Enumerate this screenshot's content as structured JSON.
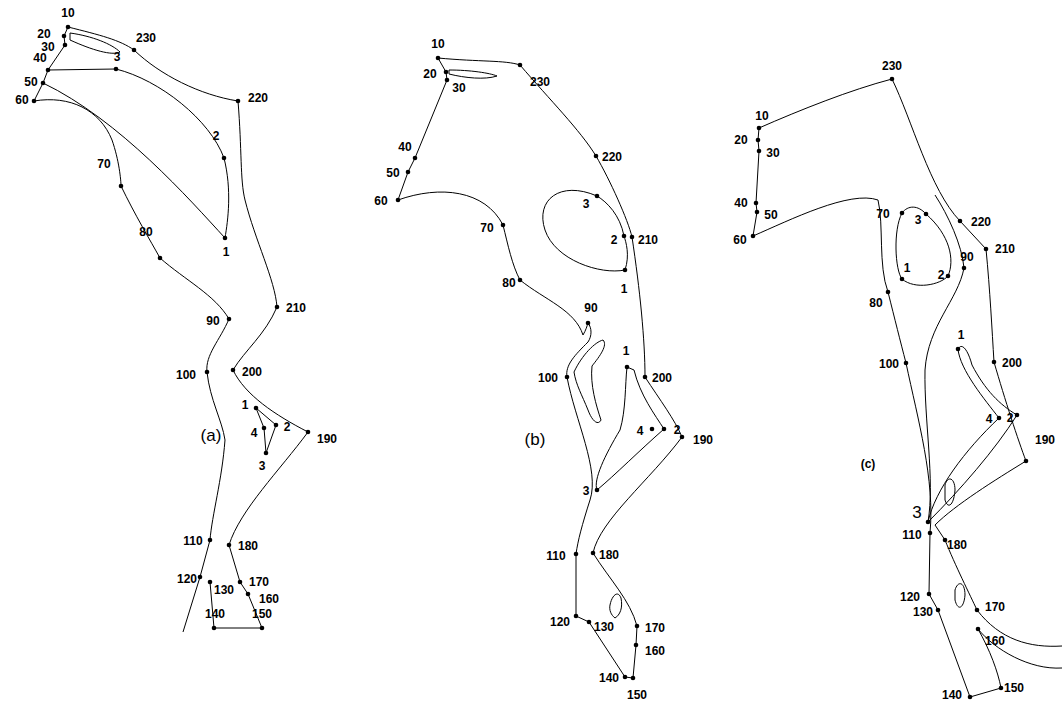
{
  "diagram": {
    "labels": [
      "10",
      "20",
      "30",
      "230",
      "40",
      "3",
      "50",
      "220",
      "60",
      "2",
      "70",
      "1",
      "80",
      "90",
      "210",
      "100",
      "200",
      "1",
      "4",
      "2",
      "190",
      "3",
      "(a)",
      "110",
      "180",
      "120",
      "130",
      "170",
      "160",
      "140",
      "150",
      "10",
      "20",
      "30",
      "230",
      "40",
      "50",
      "220",
      "60",
      "3",
      "70",
      "2",
      "210",
      "1",
      "80",
      "90",
      "100",
      "1",
      "200",
      "4",
      "2",
      "190",
      "3",
      "(b)",
      "110",
      "180",
      "120",
      "130",
      "170",
      "160",
      "140",
      "150",
      "230",
      "10",
      "20",
      "30",
      "70",
      "3",
      "220",
      "40",
      "50",
      "60",
      "2",
      "210",
      "90",
      "1",
      "80",
      "1",
      "100",
      "200",
      "4",
      "2",
      "190",
      "(c)",
      "3",
      "110",
      "180",
      "120",
      "130",
      "170",
      "160",
      "140",
      "150"
    ]
  }
}
